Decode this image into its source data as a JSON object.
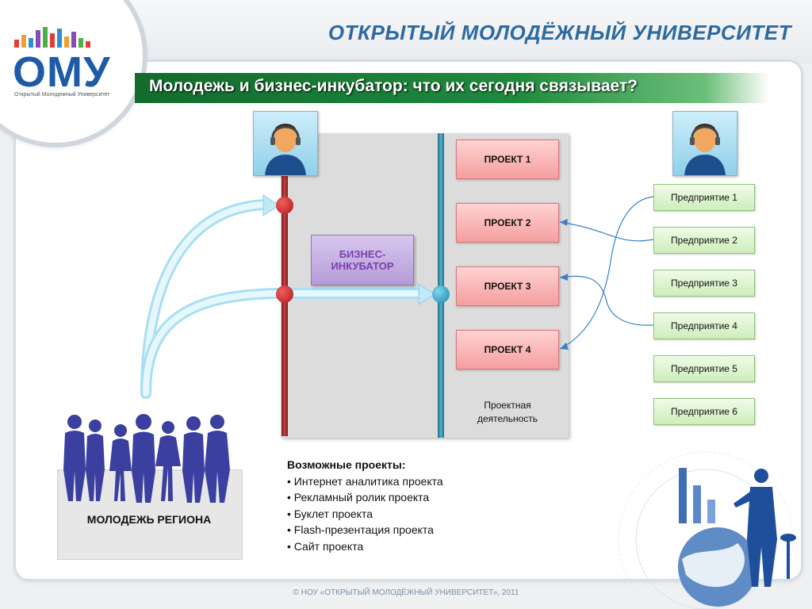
{
  "header": {
    "logo_text": "ОМУ",
    "logo_subtitle": "Открытый Молодежный Университет",
    "university_title": "ОТКРЫТЫЙ МОЛОДЁЖНЫЙ УНИВЕРСИТЕТ",
    "slide_title": "Молодежь и бизнес-инкубатор: что их сегодня связывает?"
  },
  "diagram": {
    "incubator": "БИЗНЕС-ИНКУБАТОР",
    "projects": [
      "ПРОЕКТ 1",
      "ПРОЕКТ 2",
      "ПРОЕКТ 3",
      "ПРОЕКТ 4"
    ],
    "project_caption_line1": "Проектная",
    "project_caption_line2": "деятельность",
    "enterprises": [
      "Предприятие 1",
      "Предприятие 2",
      "Предприятие 3",
      "Предприятие 4",
      "Предприятие 5",
      "Предприятие 6"
    ],
    "youth_label": "МОЛОДЕЖЬ РЕГИОНА"
  },
  "ideas": {
    "title": "Возможные проекты:",
    "items": [
      "• Интернет аналитика проекта",
      "• Рекламный ролик проекта",
      "• Буклет проекта",
      "• Flash-презентация проекта",
      "• Сайт проекта"
    ]
  },
  "footer": {
    "copyright": "© НОУ «ОТКРЫТЫЙ МОЛОДЁЖНЫЙ УНИВЕРСИТЕТ», 2011"
  },
  "colors": {
    "brand_blue": "#1e5aa8",
    "title_green": "#1e8a3e",
    "project_red": "#f59e9e",
    "enterprise_green": "#cdeebb",
    "incubator_purple": "#b39bd6"
  },
  "icons": [
    "headset-operator-icon",
    "youth-crowd-silhouette",
    "globe-presenter-illustration",
    "curved-arrow"
  ]
}
